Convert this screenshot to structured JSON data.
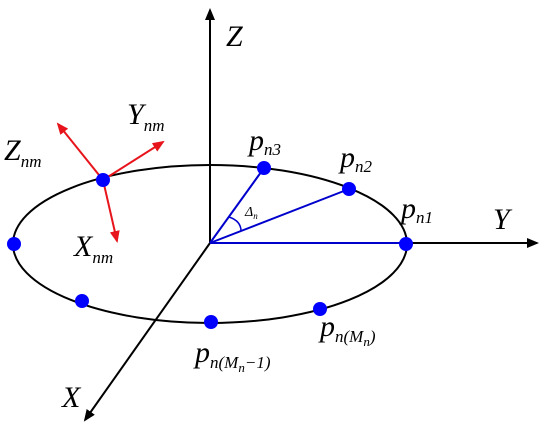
{
  "diagram": {
    "axes": {
      "z_label": "Z",
      "y_label": "Y",
      "x_label": "X"
    },
    "local_frame": {
      "z_label": "Z",
      "y_label": "Y",
      "x_label": "X",
      "subscript": "nm"
    },
    "points": {
      "base": "p",
      "p1_sub": "n1",
      "p2_sub": "n2",
      "p3_sub": "n3",
      "pM_sub_open": "n(",
      "pM_sub_M": "M",
      "pM_sub_n": "n",
      "pM_sub_close": ")",
      "pM1_sub_close": "−1)"
    },
    "angle": {
      "symbol": "Δ",
      "subscript": "n"
    },
    "colors": {
      "axis": "#000000",
      "ellipse": "#000000",
      "points": "#0000ff",
      "radius_lines": "#0000cc",
      "local_frame": "#e8141c"
    }
  }
}
